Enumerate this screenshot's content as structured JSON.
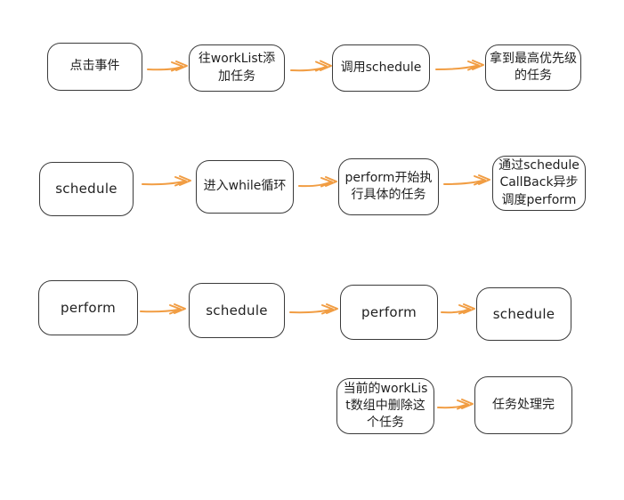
{
  "diagram": {
    "type": "flowchart",
    "style": "hand-drawn",
    "nodes": [
      {
        "id": "n0",
        "label": "点击事件"
      },
      {
        "id": "n1",
        "label": "往workList添加任务"
      },
      {
        "id": "n2",
        "label": "调用schedule"
      },
      {
        "id": "n3",
        "label": "拿到最高优先级的任务"
      },
      {
        "id": "n4",
        "label": "schedule"
      },
      {
        "id": "n5",
        "label": "进入while循环"
      },
      {
        "id": "n6",
        "label": "perform开始执行具体的任务"
      },
      {
        "id": "n7",
        "label": "通过scheduleCallBack异步调度perform"
      },
      {
        "id": "n8",
        "label": "perform"
      },
      {
        "id": "n9",
        "label": "schedule"
      },
      {
        "id": "n10",
        "label": "perform"
      },
      {
        "id": "n11",
        "label": "schedule"
      },
      {
        "id": "n12",
        "label": "当前的workList数组中删除这个任务"
      },
      {
        "id": "n13",
        "label": "任务处理完"
      }
    ],
    "edges": [
      {
        "from": "n0",
        "to": "n1"
      },
      {
        "from": "n1",
        "to": "n2"
      },
      {
        "from": "n2",
        "to": "n3"
      },
      {
        "from": "n4",
        "to": "n5"
      },
      {
        "from": "n5",
        "to": "n6"
      },
      {
        "from": "n6",
        "to": "n7"
      },
      {
        "from": "n8",
        "to": "n9"
      },
      {
        "from": "n9",
        "to": "n10"
      },
      {
        "from": "n10",
        "to": "n11"
      },
      {
        "from": "n12",
        "to": "n13"
      }
    ],
    "colors": {
      "arrow": "#f19d43",
      "node_border": "#3a3a3a",
      "node_fill": "#ffffff",
      "text": "#1f1f1f",
      "canvas_background": "#ffffff"
    }
  }
}
